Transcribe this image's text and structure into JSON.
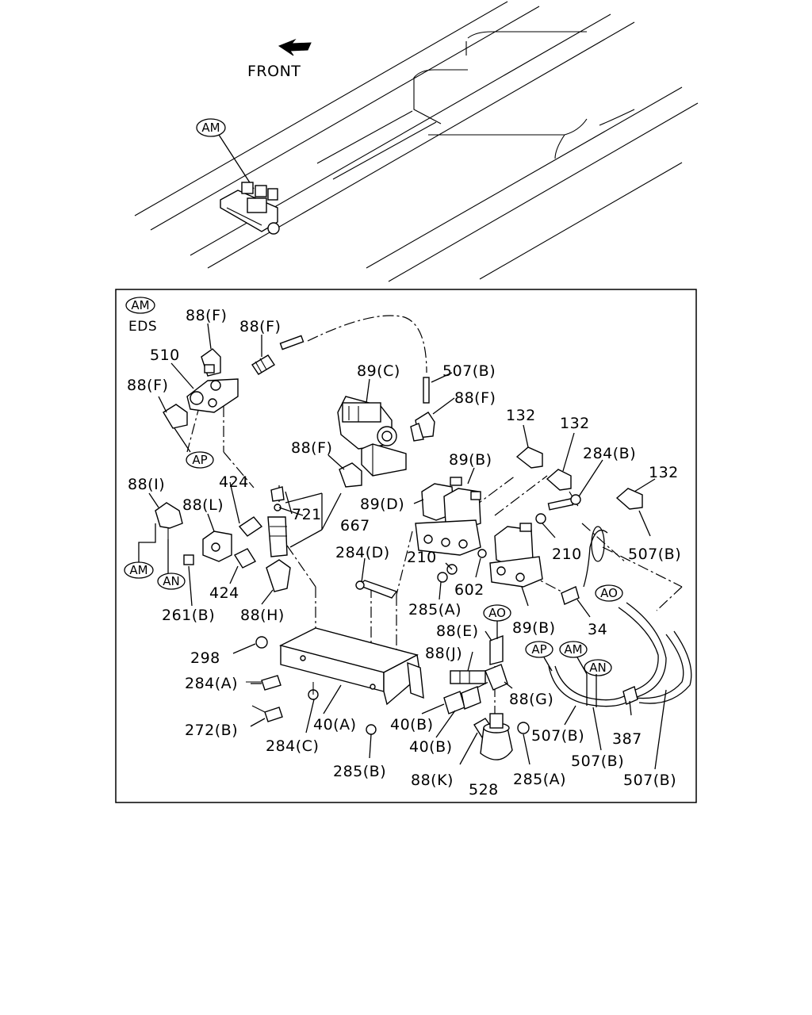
{
  "overview": {
    "direction_label": "FRONT",
    "location_tag": "AM"
  },
  "detail": {
    "view_tag": "AM",
    "view_subtitle": "EDS",
    "callouts": [
      "88(F)",
      "88(F)",
      "510",
      "88(F)",
      "89(C)",
      "507(B)",
      "88(F)",
      "AP",
      "132",
      "132",
      "284(B)",
      "132",
      "88(F)",
      "89(B)",
      "424",
      "88(I)",
      "88(L)",
      "721",
      "667",
      "89(D)",
      "210",
      "284(D)",
      "210",
      "507(B)",
      "AM",
      "AN",
      "602",
      "AO",
      "424",
      "261(B)",
      "88(H)",
      "285(A)",
      "89(B)",
      "34",
      "AO",
      "88(E)",
      "298",
      "88(J)",
      "AP",
      "AM",
      "AN",
      "284(A)",
      "88(G)",
      "387",
      "272(B)",
      "40(A)",
      "40(B)",
      "507(B)",
      "284(C)",
      "40(B)",
      "507(B)",
      "285(B)",
      "88(K)",
      "285(A)",
      "507(B)",
      "528"
    ]
  }
}
